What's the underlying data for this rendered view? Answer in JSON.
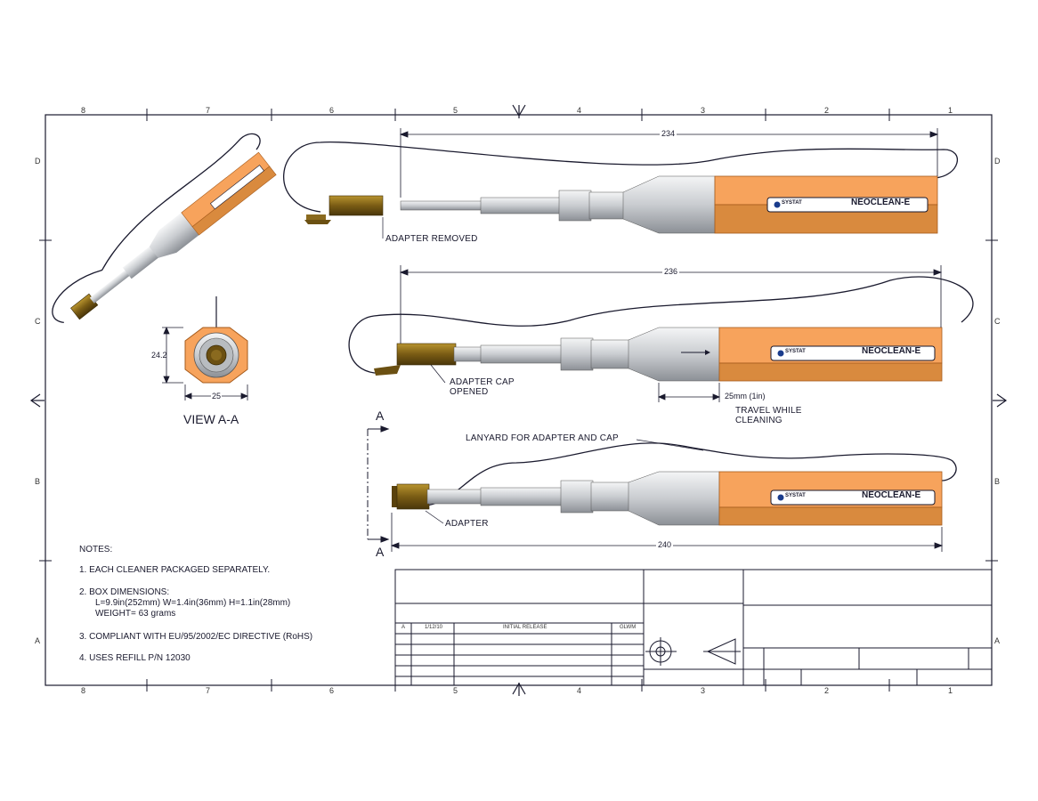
{
  "drawing": {
    "zones_top": [
      "8",
      "7",
      "6",
      "5",
      "4",
      "3",
      "2",
      "1"
    ],
    "zones_side": [
      "D",
      "C",
      "B",
      "A"
    ],
    "view_title": "VIEW A-A",
    "section_letter_top": "A",
    "section_letter_bottom": "A",
    "dimensions": {
      "length_top": "234",
      "length_middle": "236",
      "length_bottom": "240",
      "hex_height": "24.2",
      "hex_width": "25",
      "travel": "25mm (1in)"
    },
    "callouts": {
      "adapter_removed": "ADAPTER REMOVED",
      "adapter_cap_line1": "ADAPTER CAP",
      "adapter_cap_line2": "OPENED",
      "travel_line1": "TRAVEL WHILE",
      "travel_line2": "CLEANING",
      "lanyard": "LANYARD FOR ADAPTER AND CAP",
      "adapter": "ADAPTER"
    },
    "product": {
      "brand": "SYSTAT",
      "name": "NEOCLEAN-E"
    },
    "notes": {
      "heading": "NOTES:",
      "items": [
        "1.  EACH CLEANER PACKAGED SEPARATELY.",
        "2.  BOX DIMENSIONS:",
        "L=9.9in(252mm) W=1.4in(36mm) H=1.1in(28mm)",
        "WEIGHT= 63 grams",
        "3.  COMPLIANT WITH EU/95/2002/EC DIRECTIVE (RoHS)",
        "4.  USES REFILL P/N 12030"
      ]
    },
    "title_block": {
      "rev_letter": "A",
      "rev_date": "1/12/10",
      "rev_desc": "INITIAL RELEASE",
      "rev_by": "GLWM"
    },
    "colors": {
      "orange_light": "#f7a35c",
      "orange_dark": "#c8742a",
      "brass": "#8a6a1f",
      "steel": "#d9dcdf",
      "line": "#1a1a2e"
    }
  }
}
